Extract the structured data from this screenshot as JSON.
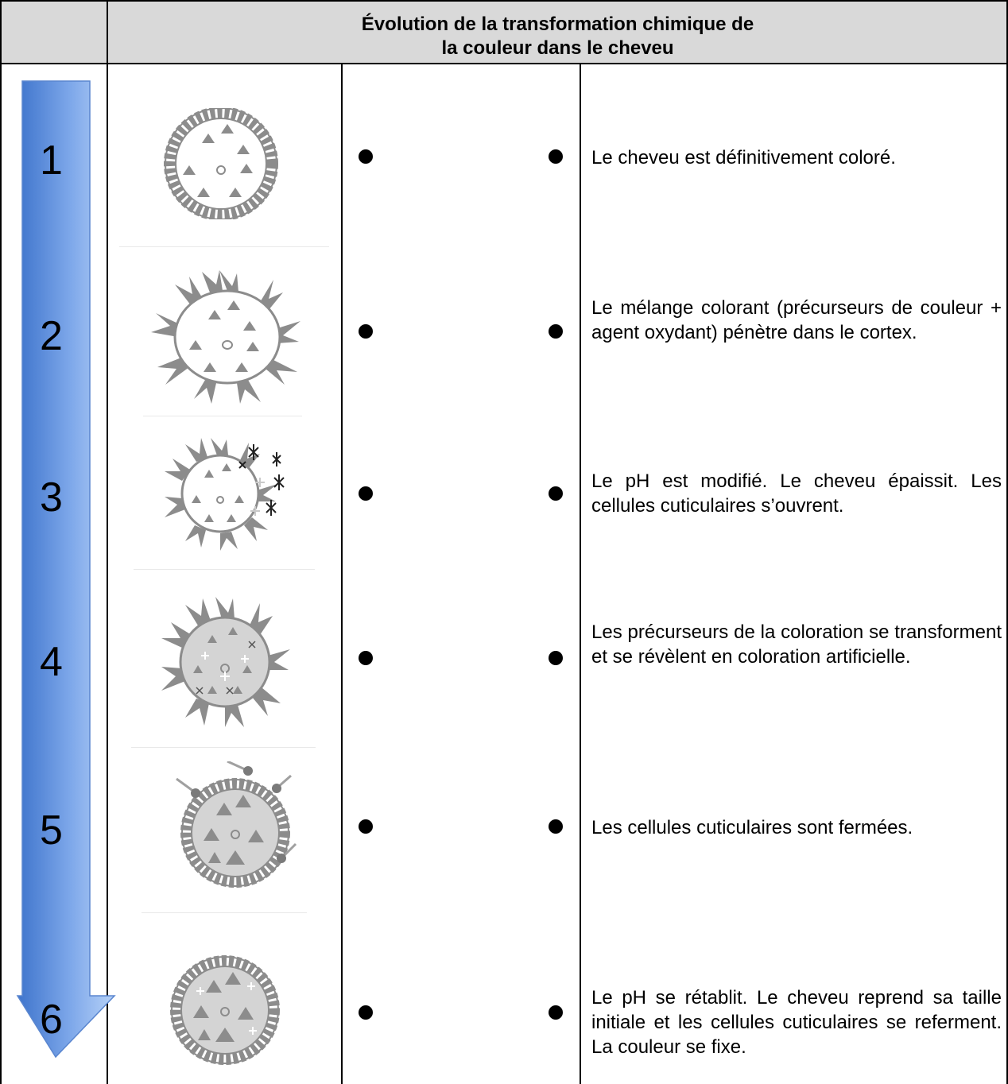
{
  "header": {
    "title_line1": "Évolution de la transformation chimique de",
    "title_line2": "la couleur dans le cheveu"
  },
  "colors": {
    "header_bg": "#d9d9d9",
    "arrow_light": "#a9c8f4",
    "arrow_dark": "#4a7dd1",
    "hair_gray": "#8c8c8c"
  },
  "steps": [
    {
      "number": "1",
      "icon": "hair-closed-icon",
      "text": "Le cheveu est définitivement coloré."
    },
    {
      "number": "2",
      "icon": "hair-spiky-icon",
      "text": "Le mélange colorant (précurseurs de couleur + agent oxydant) pénètre dans le cortex."
    },
    {
      "number": "3",
      "icon": "hair-sparkle-icon",
      "text": "Le pH est modifié. Le cheveu épaissit. Les cellules cuticulaires s’ouvrent."
    },
    {
      "number": "4",
      "icon": "hair-filled-spiky-icon",
      "text": "Les précurseurs de la coloration se transforment et se révèlent en coloration artificielle."
    },
    {
      "number": "5",
      "icon": "hair-pins-icon",
      "text": "Les cellules cuticulaires sont fermées."
    },
    {
      "number": "6",
      "icon": "hair-filled-closed-icon",
      "text": "Le pH se rétablit. Le cheveu reprend sa taille initiale et les cellules cuticulaires se referment. La couleur se fixe."
    }
  ]
}
